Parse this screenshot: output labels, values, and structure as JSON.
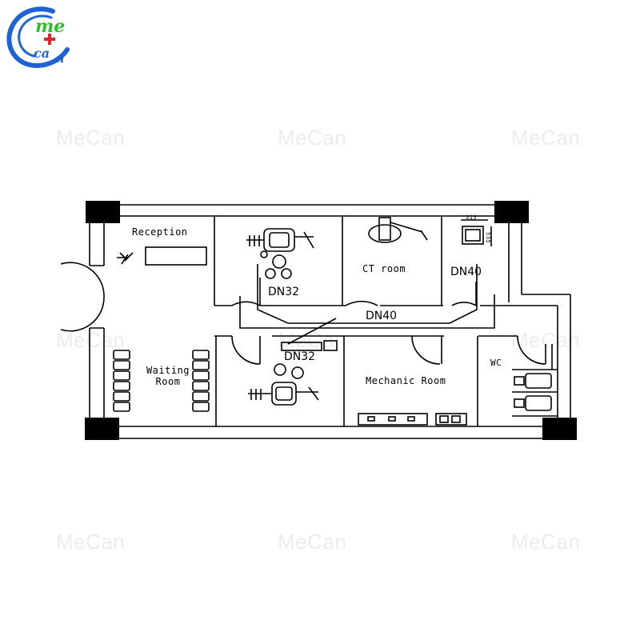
{
  "watermark": "MeCan",
  "logo": {
    "text": "MeCan",
    "color_ring": "#1e63d6",
    "color_green": "#2dbf2d",
    "color_red": "#e0252b"
  },
  "rooms": {
    "reception": "Reception",
    "waiting_line1": "Waiting",
    "waiting_line2": "Room",
    "ct_room": "CT room",
    "mechanic_room": "Mechanic Room",
    "wc": "WC"
  },
  "pipes": {
    "dn32_top": "DN32",
    "dn40_right": "DN40",
    "dn40_main": "DN40",
    "dn32_bottom": "DN32"
  },
  "dimensions": {
    "top": "315",
    "side": "535"
  },
  "colors": {
    "line": "#000000",
    "column": "#000000",
    "watermark": "#ececec"
  }
}
